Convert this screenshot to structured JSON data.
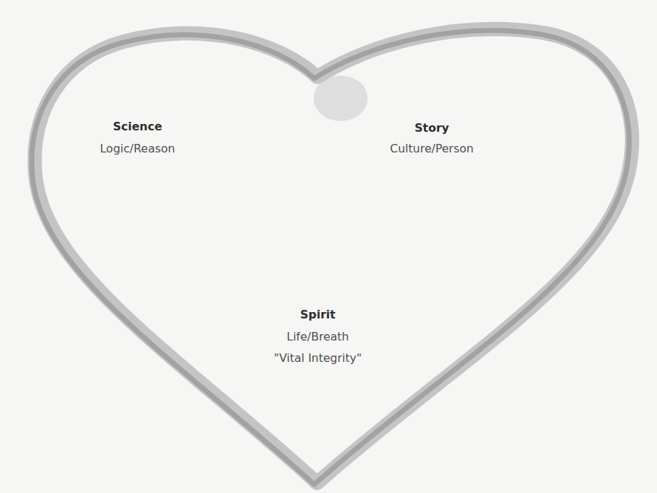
{
  "diagram": {
    "nodes": [
      {
        "text": [
          "Science",
          "Logic/Reason",
          "Story",
          "Culture/Person",
          "Spirit",
          "Life/Breath",
          "\"Vital Integrity\""
        ]
      }
    ]
  }
}
